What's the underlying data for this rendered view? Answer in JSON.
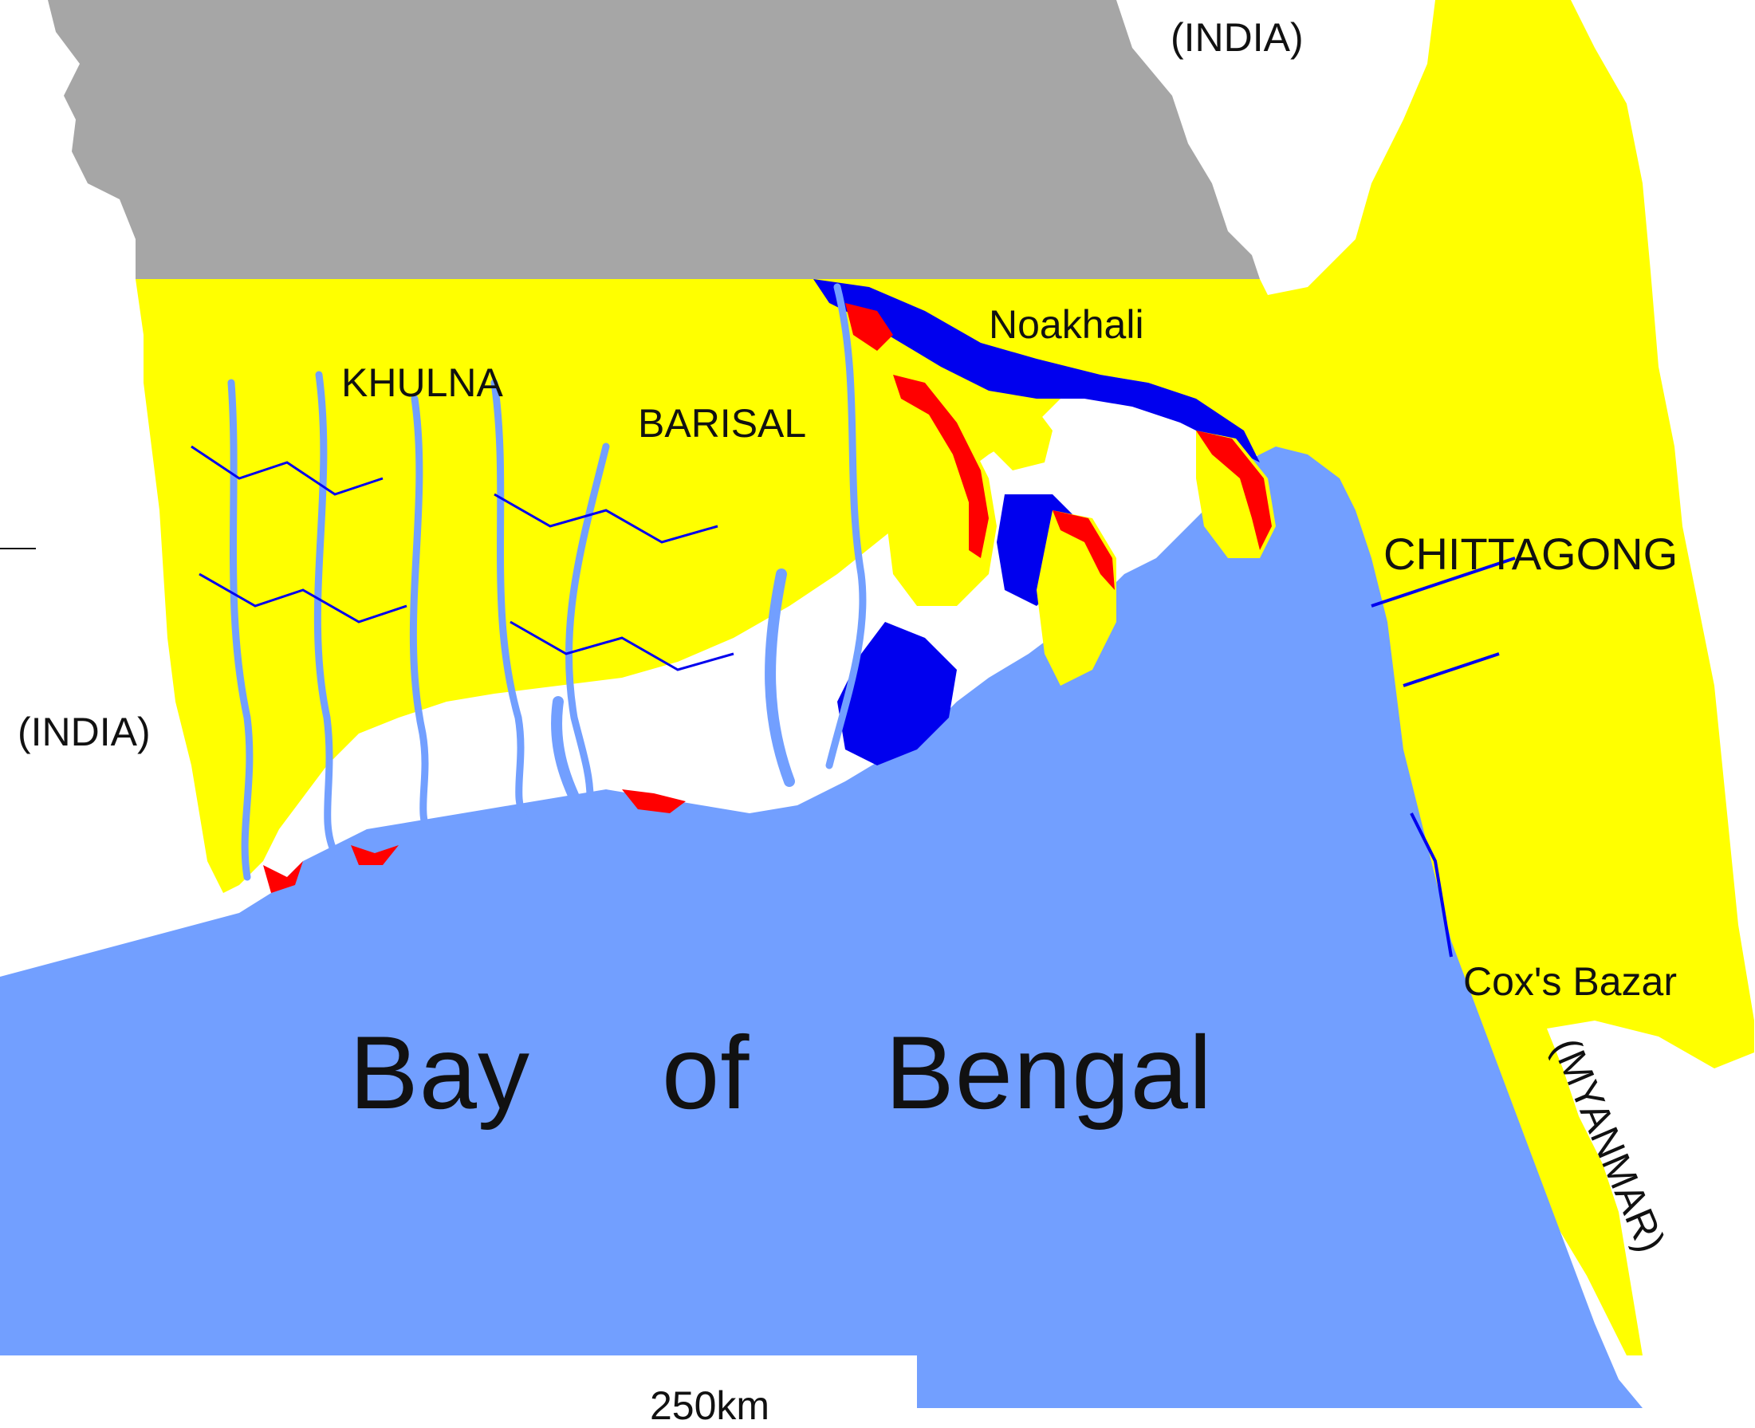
{
  "labels": {
    "india_north": "(INDIA)",
    "india_west": "(INDIA)",
    "myanmar": "(MYANMAR)",
    "khulna": "KHULNA",
    "barisal": "BARISAL",
    "noakhali": "Noakhali",
    "chittagong": "CHITTAGONG",
    "coxs_bazar": "Cox's Bazar",
    "bay_word1": "Bay",
    "bay_word2": "of",
    "bay_word3": "Bengal",
    "scale": "250km"
  },
  "colors": {
    "background": "#ffffff",
    "india_land": "#a6a6a6",
    "bangladesh_land": "#ffff00",
    "sea": "#729fff",
    "water_dark": "#0000ee",
    "erosion_red": "#ff0000",
    "text": "#111111"
  }
}
